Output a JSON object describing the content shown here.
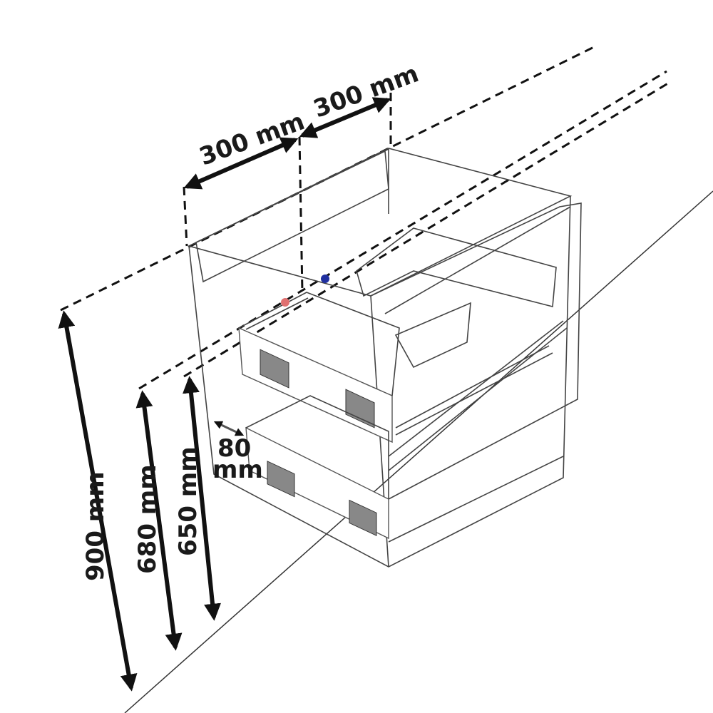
{
  "dimensions": {
    "width_left": "300 mm",
    "width_right": "300 mm",
    "height_total": "900 mm",
    "height_mid": "680 mm",
    "height_low": "650 mm",
    "drawer_offset_value": "80",
    "drawer_offset_unit": "mm"
  },
  "colors": {
    "line": "#111111",
    "marker_red": "#e07070",
    "marker_blue": "#2030a0"
  }
}
